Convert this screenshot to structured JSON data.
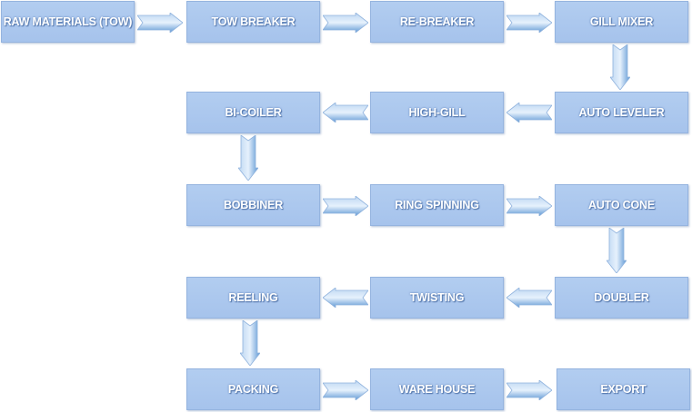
{
  "steps": [
    {
      "label": "RAW MATERIALS (TOW)"
    },
    {
      "label": "TOW BREAKER"
    },
    {
      "label": "RE-BREAKER"
    },
    {
      "label": "GILL MIXER"
    },
    {
      "label": "AUTO LEVELER"
    },
    {
      "label": "HIGH-GILL"
    },
    {
      "label": "BI-COILER"
    },
    {
      "label": "BOBBINER"
    },
    {
      "label": "RING SPINNING"
    },
    {
      "label": "AUTO CONE"
    },
    {
      "label": "DOUBLER"
    },
    {
      "label": "TWISTING"
    },
    {
      "label": "REELING"
    },
    {
      "label": "PACKING"
    },
    {
      "label": "WARE HOUSE"
    },
    {
      "label": "EXPORT"
    }
  ],
  "colors": {
    "box_fill": "#aec9ee",
    "box_border": "#95b4df",
    "arrow_fill": "#bcd6f2",
    "arrow_shade": "#5d97d4"
  }
}
